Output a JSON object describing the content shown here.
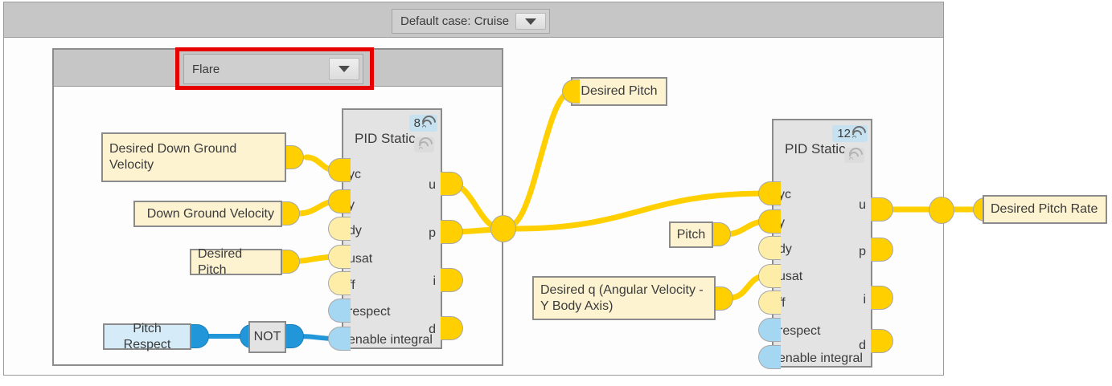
{
  "window": {
    "toolbar": {
      "default_case_combo": {
        "label": "Default case: Cruise",
        "caret_icon": "chevron-down-icon"
      }
    },
    "inner_panel": {
      "case_combo": {
        "label": "Flare",
        "caret_icon": "chevron-down-icon",
        "highlight_color": "#e60000"
      }
    }
  },
  "blocks": [
    {
      "id": "pid-1",
      "title": "PID Static",
      "badge_count": "8",
      "badge_icon": "signal-icon",
      "secondary_icon": "signal-icon-faded",
      "inputs": [
        {
          "label": "yc",
          "style": "solid"
        },
        {
          "label": "y",
          "style": "solid"
        },
        {
          "label": "dy",
          "style": "pale"
        },
        {
          "label": "usat",
          "style": "pale"
        },
        {
          "label": "ff",
          "style": "pale"
        },
        {
          "label": "respect",
          "style": "blue"
        },
        {
          "label": "enable integral",
          "style": "blue"
        }
      ],
      "outputs": [
        {
          "label": "u"
        },
        {
          "label": "p"
        },
        {
          "label": "i"
        },
        {
          "label": "d"
        }
      ]
    },
    {
      "id": "pid-2",
      "title": "PID Static",
      "badge_count": "12",
      "badge_icon": "signal-icon",
      "secondary_icon": "signal-icon-faded",
      "inputs": [
        {
          "label": "yc",
          "style": "solid"
        },
        {
          "label": "y",
          "style": "solid"
        },
        {
          "label": "dy",
          "style": "pale"
        },
        {
          "label": "usat",
          "style": "pale"
        },
        {
          "label": "ff",
          "style": "pale"
        },
        {
          "label": "respect",
          "style": "blue"
        },
        {
          "label": "enable integral",
          "style": "blue"
        }
      ],
      "outputs": [
        {
          "label": "u"
        },
        {
          "label": "p"
        },
        {
          "label": "i"
        },
        {
          "label": "d"
        }
      ]
    }
  ],
  "notes": {
    "desired_down_ground_velocity": "Desired Down Ground Velocity",
    "down_ground_velocity": "Down Ground Velocity",
    "desired_pitch_left": "Desired Pitch",
    "pitch_respect": "Pitch Respect",
    "not_gate": "NOT",
    "desired_pitch_top": "Desired Pitch",
    "pitch": "Pitch",
    "desired_q": "Desired q (Angular Velocity - Y Body Axis)",
    "desired_pitch_rate": "Desired Pitch Rate"
  },
  "colors": {
    "wire_yellow": "#ffcf00",
    "wire_blue": "#2196d9",
    "note_yellow": "#fdf3d1",
    "note_blue": "#d5ebf7",
    "block_gray": "#e3e3e3",
    "badge_blue": "#c6e2f0",
    "highlight_red": "#e60000"
  }
}
